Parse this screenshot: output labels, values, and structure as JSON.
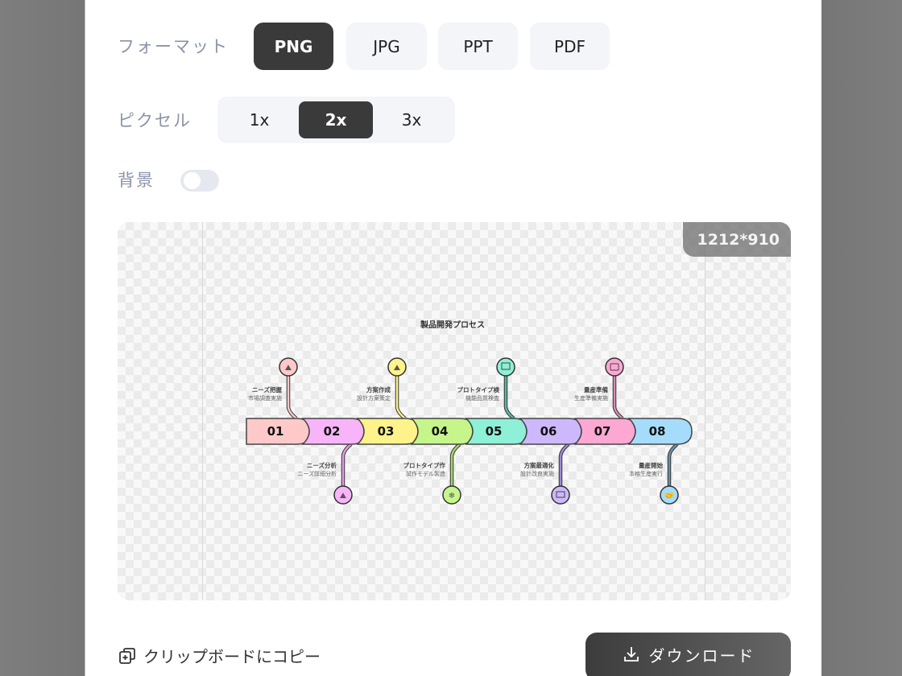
{
  "format": {
    "label": "フォーマット",
    "options": [
      "PNG",
      "JPG",
      "PPT",
      "PDF"
    ],
    "selected": "PNG"
  },
  "pixel": {
    "label": "ピクセル",
    "options": [
      "1x",
      "2x",
      "3x"
    ],
    "selected": "2x"
  },
  "background": {
    "label": "背景",
    "enabled": false
  },
  "preview": {
    "dimensions": "1212*910",
    "infographic": {
      "title": "製品開発プロセス",
      "steps": [
        {
          "num": "01",
          "title": "ニーズ把握",
          "desc": "市場調査実施",
          "color": "#ffc9c9",
          "pos": "top",
          "icon": "mountain-climber-icon"
        },
        {
          "num": "02",
          "title": "ニーズ分析",
          "desc": "ニーズ詳細分析",
          "color": "#f8b4f8",
          "pos": "bottom",
          "icon": "mountain-climber-icon"
        },
        {
          "num": "03",
          "title": "方案作成",
          "desc": "設計方案策定",
          "color": "#fdf38a",
          "pos": "top",
          "icon": "mountain-climber-icon"
        },
        {
          "num": "04",
          "title": "プロトタイプ作",
          "desc": "試作モデル製造",
          "color": "#c6f58c",
          "pos": "bottom",
          "icon": "snowflake-icon"
        },
        {
          "num": "05",
          "title": "プロトタイプ検",
          "desc": "機能品質検査",
          "color": "#8ef0d6",
          "pos": "top",
          "icon": "presentation-board-icon"
        },
        {
          "num": "06",
          "title": "方案最適化",
          "desc": "設計改良実施",
          "color": "#cdb8fb",
          "pos": "bottom",
          "icon": "id-card-icon"
        },
        {
          "num": "07",
          "title": "量産準備",
          "desc": "生産準備実施",
          "color": "#fca8d3",
          "pos": "top",
          "icon": "briefcase-icon"
        },
        {
          "num": "08",
          "title": "量産開始",
          "desc": "本格生産実行",
          "color": "#a6dcfb",
          "pos": "bottom",
          "icon": "handshake-icon"
        }
      ]
    }
  },
  "actions": {
    "copy_label": "クリップボードにコピー",
    "download_label": "ダウンロード"
  }
}
